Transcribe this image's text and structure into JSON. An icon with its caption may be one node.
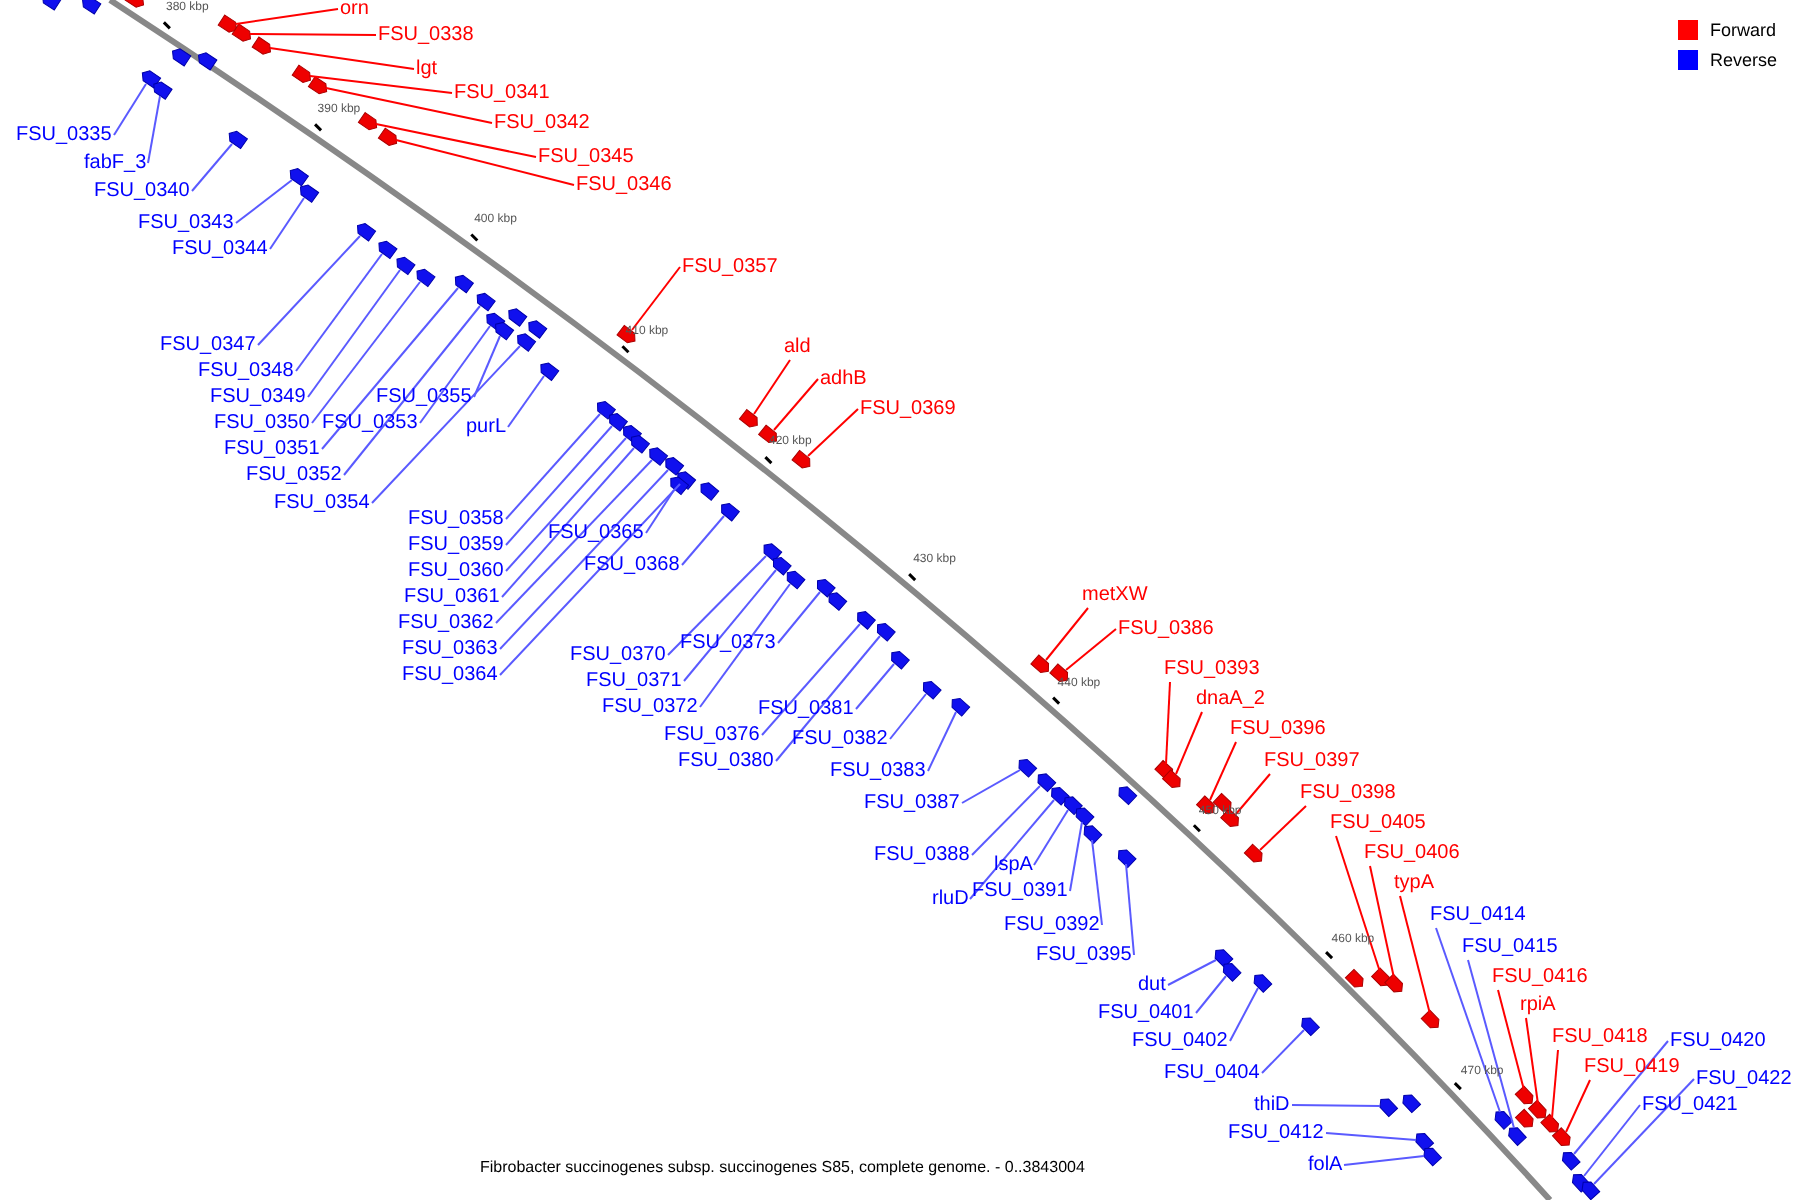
{
  "diagram": {
    "caption": "Fibrobacter succinogenes subsp. succinogenes S85, complete genome. - 0..3843004",
    "nodes": [
      {
        "text": [
          "orn"
        ]
      },
      {
        "text": [
          "FSU_0335"
        ]
      },
      {
        "text": [
          "FSU_0338"
        ]
      },
      {
        "text": [
          "fabF_3"
        ]
      },
      {
        "text": [
          "lgt"
        ]
      },
      {
        "text": [
          "FSU_0340"
        ]
      },
      {
        "text": [
          "FSU_0341"
        ]
      },
      {
        "text": [
          "FSU_0342"
        ]
      },
      {
        "text": [
          "FSU_0343"
        ]
      },
      {
        "text": [
          "FSU_0344"
        ]
      },
      {
        "text": [
          "FSU_0345"
        ]
      },
      {
        "text": [
          "FSU_0346"
        ]
      },
      {
        "text": [
          "FSU_0347"
        ]
      },
      {
        "text": [
          "FSU_0348"
        ]
      },
      {
        "text": [
          "FSU_0349"
        ]
      },
      {
        "text": [
          "FSU_0350"
        ]
      },
      {
        "text": [
          "FSU_0351"
        ]
      },
      {
        "text": [
          "FSU_0352"
        ]
      },
      {
        "text": [
          "FSU_0353"
        ]
      },
      {
        "text": [
          "FSU_0354"
        ]
      },
      {
        "text": [
          "FSU_0355"
        ]
      },
      {
        "text": [
          "purL"
        ]
      },
      {
        "text": [
          "FSU_0357"
        ]
      },
      {
        "text": [
          "FSU_0358"
        ]
      },
      {
        "text": [
          "FSU_0359"
        ]
      },
      {
        "text": [
          "FSU_0360"
        ]
      },
      {
        "text": [
          "FSU_0361"
        ]
      },
      {
        "text": [
          "FSU_0362"
        ]
      },
      {
        "text": [
          "FSU_0363"
        ]
      },
      {
        "text": [
          "FSU_0364"
        ]
      },
      {
        "text": [
          "FSU_0365"
        ]
      },
      {
        "text": [
          "ald"
        ]
      },
      {
        "text": [
          "adhB"
        ]
      },
      {
        "text": [
          "FSU_0368"
        ]
      },
      {
        "text": [
          "FSU_0369"
        ]
      },
      {
        "text": [
          "FSU_0370"
        ]
      },
      {
        "text": [
          "FSU_0371"
        ]
      },
      {
        "text": [
          "FSU_0372"
        ]
      },
      {
        "text": [
          "FSU_0373"
        ]
      },
      {
        "text": [
          "FSU_0376"
        ]
      },
      {
        "text": [
          "FSU_0380"
        ]
      },
      {
        "text": [
          "FSU_0381"
        ]
      },
      {
        "text": [
          "FSU_0382"
        ]
      },
      {
        "text": [
          "FSU_0383"
        ]
      },
      {
        "text": [
          "metXW"
        ]
      },
      {
        "text": [
          "FSU_0386"
        ]
      },
      {
        "text": [
          "FSU_0387"
        ]
      },
      {
        "text": [
          "FSU_0388"
        ]
      },
      {
        "text": [
          "rluD"
        ]
      },
      {
        "text": [
          "lspA"
        ]
      },
      {
        "text": [
          "FSU_0391"
        ]
      },
      {
        "text": [
          "FSU_0392"
        ]
      },
      {
        "text": [
          "FSU_0393"
        ]
      },
      {
        "text": [
          "dnaA_2"
        ]
      },
      {
        "text": [
          "FSU_0395"
        ]
      },
      {
        "text": [
          "FSU_0396"
        ]
      },
      {
        "text": [
          "FSU_0397"
        ]
      },
      {
        "text": [
          "FSU_0398"
        ]
      },
      {
        "text": [
          "dut"
        ]
      },
      {
        "text": [
          "FSU_0401"
        ]
      },
      {
        "text": [
          "FSU_0402"
        ]
      },
      {
        "text": [
          "FSU_0404"
        ]
      },
      {
        "text": [
          "FSU_0405"
        ]
      },
      {
        "text": [
          "FSU_0406"
        ]
      },
      {
        "text": [
          "typA"
        ]
      },
      {
        "text": [
          "thiD"
        ]
      },
      {
        "text": [
          "FSU_0412"
        ]
      },
      {
        "text": [
          "folA"
        ]
      },
      {
        "text": [
          "FSU_0414"
        ]
      },
      {
        "text": [
          "FSU_0415"
        ]
      },
      {
        "text": [
          "FSU_0416"
        ]
      },
      {
        "text": [
          "rpiA"
        ]
      },
      {
        "text": [
          "FSU_0418"
        ]
      },
      {
        "text": [
          "FSU_0419"
        ]
      },
      {
        "text": [
          "FSU_0420"
        ]
      },
      {
        "text": [
          "FSU_0421"
        ]
      },
      {
        "text": [
          "FSU_0422"
        ]
      },
      {
        "text": [],
        "shape": "arrow"
      },
      {
        "text": [],
        "shape": "arrow"
      },
      {
        "text": [],
        "shape": "arrow"
      },
      {
        "text": [],
        "shape": "arrow"
      },
      {
        "text": [],
        "shape": "arrow"
      },
      {
        "text": [],
        "shape": "arrow"
      },
      {
        "text": [],
        "shape": "arrow"
      },
      {
        "text": [],
        "shape": "arrow"
      },
      {
        "text": [],
        "shape": "arrow"
      },
      {
        "text": [],
        "shape": "arrow"
      },
      {
        "text": [],
        "shape": "arrow"
      },
      {
        "text": [],
        "shape": "arrow"
      },
      {
        "text": [],
        "shape": "arrow"
      },
      {
        "text": [],
        "shape": "arrow"
      },
      {
        "text": [],
        "shape": "arrow"
      },
      {
        "text": [],
        "shape": "arrow"
      },
      {
        "text": [],
        "shape": "arrow"
      },
      {
        "text": [],
        "shape": "arrow"
      },
      {
        "text": [],
        "shape": "arrow"
      },
      {
        "text": [],
        "shape": "arrow"
      },
      {
        "text": [],
        "shape": "arrow"
      },
      {
        "text": [],
        "shape": "arrow"
      },
      {
        "text": [],
        "shape": "arrow"
      },
      {
        "text": [],
        "shape": "arrow"
      },
      {
        "text": [],
        "shape": "arrow"
      },
      {
        "text": [],
        "shape": "arrow"
      },
      {
        "text": [],
        "shape": "arrow"
      },
      {
        "text": [],
        "shape": "arrow"
      },
      {
        "text": [],
        "shape": "arrow"
      },
      {
        "text": [],
        "shape": "arrow"
      },
      {
        "text": [],
        "shape": "arrow"
      },
      {
        "text": [],
        "shape": "arrow"
      },
      {
        "text": [],
        "shape": "arrow"
      },
      {
        "text": [],
        "shape": "arrow"
      },
      {
        "text": [],
        "shape": "arrow"
      },
      {
        "text": [],
        "shape": "arrow"
      },
      {
        "text": [],
        "shape": "arrow"
      },
      {
        "text": [],
        "shape": "arrow"
      },
      {
        "text": [],
        "shape": "arrow"
      },
      {
        "text": [],
        "shape": "arrow"
      },
      {
        "text": [],
        "shape": "arrow"
      },
      {
        "text": [],
        "shape": "arrow"
      },
      {
        "text": [],
        "shape": "arrow"
      },
      {
        "text": [],
        "shape": "arrow"
      },
      {
        "text": [],
        "shape": "arrow"
      },
      {
        "text": [],
        "shape": "arrow"
      },
      {
        "text": [],
        "shape": "arrow"
      },
      {
        "text": [],
        "shape": "arrow"
      },
      {
        "text": [],
        "shape": "arrow"
      },
      {
        "text": [],
        "shape": "arrow"
      },
      {
        "text": [],
        "shape": "arrow"
      },
      {
        "text": [],
        "shape": "arrow"
      },
      {
        "text": [],
        "shape": "arrow"
      },
      {
        "text": [],
        "shape": "arrow"
      },
      {
        "text": [],
        "shape": "arrow"
      },
      {
        "text": [],
        "shape": "arrow"
      },
      {
        "text": [],
        "shape": "arrow"
      },
      {
        "text": [],
        "shape": "arrow"
      },
      {
        "text": [],
        "shape": "arrow"
      },
      {
        "text": [],
        "shape": "arrow"
      },
      {
        "text": [],
        "shape": "arrow"
      },
      {
        "text": [],
        "shape": "arrow"
      },
      {
        "text": [],
        "shape": "arrow"
      },
      {
        "text": [],
        "shape": "arrow"
      },
      {
        "text": [],
        "shape": "arrow"
      },
      {
        "text": [],
        "shape": "arrow"
      },
      {
        "text": [],
        "shape": "arrow"
      },
      {
        "text": [],
        "shape": "arrow"
      },
      {
        "text": [],
        "shape": "arrow"
      },
      {
        "text": [],
        "shape": "arrow"
      },
      {
        "text": [],
        "shape": "arrow"
      },
      {
        "text": [],
        "shape": "arrow"
      },
      {
        "text": [],
        "shape": "arrow"
      },
      {
        "text": [],
        "shape": "arrow"
      },
      {
        "text": [],
        "shape": "arrow"
      },
      {
        "text": [],
        "shape": "arrow"
      },
      {
        "text": [],
        "shape": "arrow"
      },
      {
        "text": [],
        "shape": "arrow"
      },
      {
        "text": [],
        "shape": "arrow"
      },
      {
        "text": [],
        "shape": "arrow"
      },
      {
        "text": [],
        "shape": "arrow"
      },
      {
        "text": [],
        "shape": "arrow"
      },
      {
        "text": [],
        "shape": "arrow"
      },
      {
        "text": [],
        "shape": "arrow"
      },
      {
        "text": [],
        "shape": "arrow"
      },
      {
        "text": [],
        "shape": "arrow"
      },
      {
        "text": [],
        "shape": "arrow"
      },
      {
        "text": [],
        "shape": "arrow"
      },
      {
        "text": [],
        "shape": "arrow"
      },
      {
        "text": [],
        "shape": "arrow"
      },
      {
        "text": [],
        "shape": "arrow"
      }
    ],
    "edges": [
      {
        "from": 0,
        "to": 77,
        "arrow": "none",
        "color": "#ff0000"
      },
      {
        "from": 1,
        "to": 78,
        "arrow": "none"
      },
      {
        "from": 2,
        "to": 79,
        "arrow": "none",
        "color": "#ff0000"
      },
      {
        "from": 3,
        "to": 80,
        "arrow": "none"
      },
      {
        "from": 4,
        "to": 81,
        "arrow": "none",
        "color": "#ff0000"
      },
      {
        "from": 5,
        "to": 82,
        "arrow": "none"
      },
      {
        "from": 6,
        "to": 83,
        "arrow": "none",
        "color": "#ff0000"
      },
      {
        "from": 7,
        "to": 84,
        "arrow": "none",
        "color": "#ff0000"
      },
      {
        "from": 8,
        "to": 85,
        "arrow": "none"
      },
      {
        "from": 9,
        "to": 86,
        "arrow": "none"
      },
      {
        "from": 10,
        "to": 87,
        "arrow": "none",
        "color": "#ff0000"
      },
      {
        "from": 11,
        "to": 88,
        "arrow": "none",
        "color": "#ff0000"
      },
      {
        "from": 12,
        "to": 89,
        "arrow": "none"
      },
      {
        "from": 13,
        "to": 90,
        "arrow": "none"
      },
      {
        "from": 14,
        "to": 91,
        "arrow": "none"
      },
      {
        "from": 15,
        "to": 92,
        "arrow": "none"
      },
      {
        "from": 16,
        "to": 93,
        "arrow": "none"
      },
      {
        "from": 17,
        "to": 94,
        "arrow": "none"
      },
      {
        "from": 18,
        "to": 95,
        "arrow": "none"
      },
      {
        "from": 19,
        "to": 96,
        "arrow": "none"
      },
      {
        "from": 20,
        "to": 97,
        "arrow": "none"
      },
      {
        "from": 21,
        "to": 98,
        "arrow": "none"
      },
      {
        "from": 22,
        "to": 99,
        "arrow": "none",
        "color": "#ff0000"
      },
      {
        "from": 23,
        "to": 100,
        "arrow": "none"
      },
      {
        "from": 24,
        "to": 101,
        "arrow": "none"
      },
      {
        "from": 25,
        "to": 102,
        "arrow": "none"
      },
      {
        "from": 26,
        "to": 103,
        "arrow": "none"
      },
      {
        "from": 27,
        "to": 104,
        "arrow": "none"
      },
      {
        "from": 28,
        "to": 105,
        "arrow": "none"
      },
      {
        "from": 29,
        "to": 106,
        "arrow": "none"
      },
      {
        "from": 30,
        "to": 107,
        "arrow": "none"
      },
      {
        "from": 31,
        "to": 108,
        "arrow": "none",
        "color": "#ff0000"
      },
      {
        "from": 32,
        "to": 109,
        "arrow": "none",
        "color": "#ff0000"
      },
      {
        "from": 33,
        "to": 110,
        "arrow": "none"
      },
      {
        "from": 34,
        "to": 111,
        "arrow": "none",
        "color": "#ff0000"
      },
      {
        "from": 35,
        "to": 112,
        "arrow": "none"
      },
      {
        "from": 36,
        "to": 113,
        "arrow": "none"
      },
      {
        "from": 37,
        "to": 114,
        "arrow": "none"
      },
      {
        "from": 38,
        "to": 115,
        "arrow": "none"
      },
      {
        "from": 39,
        "to": 116,
        "arrow": "none"
      },
      {
        "from": 40,
        "to": 117,
        "arrow": "none"
      },
      {
        "from": 41,
        "to": 118,
        "arrow": "none"
      },
      {
        "from": 42,
        "to": 119,
        "arrow": "none"
      },
      {
        "from": 43,
        "to": 120,
        "arrow": "none"
      },
      {
        "from": 44,
        "to": 121,
        "arrow": "none",
        "color": "#ff0000"
      },
      {
        "from": 45,
        "to": 122,
        "arrow": "none",
        "color": "#ff0000"
      },
      {
        "from": 46,
        "to": 123,
        "arrow": "none"
      },
      {
        "from": 47,
        "to": 124,
        "arrow": "none"
      },
      {
        "from": 48,
        "to": 125,
        "arrow": "none"
      },
      {
        "from": 49,
        "to": 126,
        "arrow": "none"
      },
      {
        "from": 50,
        "to": 127,
        "arrow": "none"
      },
      {
        "from": 51,
        "to": 128,
        "arrow": "none"
      },
      {
        "from": 52,
        "to": 129,
        "arrow": "none",
        "color": "#ff0000"
      },
      {
        "from": 53,
        "to": 130,
        "arrow": "none",
        "color": "#ff0000"
      },
      {
        "from": 54,
        "to": 131,
        "arrow": "none"
      },
      {
        "from": 55,
        "to": 132,
        "arrow": "none",
        "color": "#ff0000"
      },
      {
        "from": 56,
        "to": 133,
        "arrow": "none",
        "color": "#ff0000"
      },
      {
        "from": 57,
        "to": 134,
        "arrow": "none",
        "color": "#ff0000"
      },
      {
        "from": 58,
        "to": 135,
        "arrow": "none"
      },
      {
        "from": 59,
        "to": 136,
        "arrow": "none"
      },
      {
        "from": 60,
        "to": 137,
        "arrow": "none"
      },
      {
        "from": 61,
        "to": 138,
        "arrow": "none"
      },
      {
        "from": 62,
        "to": 139,
        "arrow": "none",
        "color": "#ff0000"
      },
      {
        "from": 63,
        "to": 140,
        "arrow": "none",
        "color": "#ff0000"
      },
      {
        "from": 64,
        "to": 141,
        "arrow": "none",
        "color": "#ff0000"
      },
      {
        "from": 65,
        "to": 142,
        "arrow": "none"
      },
      {
        "from": 66,
        "to": 143,
        "arrow": "none"
      },
      {
        "from": 67,
        "to": 144,
        "arrow": "none"
      },
      {
        "from": 68,
        "to": 145,
        "arrow": "none"
      },
      {
        "from": 69,
        "to": 146,
        "arrow": "none"
      },
      {
        "from": 70,
        "to": 147,
        "arrow": "none",
        "color": "#ff0000"
      },
      {
        "from": 71,
        "to": 148,
        "arrow": "none",
        "color": "#ff0000"
      },
      {
        "from": 72,
        "to": 149,
        "arrow": "none",
        "color": "#ff0000"
      },
      {
        "from": 73,
        "to": 150,
        "arrow": "none",
        "color": "#ff0000"
      },
      {
        "from": 74,
        "to": 151,
        "arrow": "none"
      },
      {
        "from": 75,
        "to": 152,
        "arrow": "none"
      },
      {
        "from": 76,
        "to": 153,
        "arrow": "none"
      }
    ],
    "labels": [
      "380 kbp",
      "390 kbp",
      "400 kbp",
      "410 kbp",
      "420 kbp",
      "430 kbp",
      "440 kbp",
      "450 kbp",
      "460 kbp",
      "470 kbp"
    ],
    "legend": [
      {
        "text": "Forward",
        "color": "#ff0000"
      },
      {
        "text": "Reverse",
        "color": "#0000ff"
      }
    ]
  }
}
